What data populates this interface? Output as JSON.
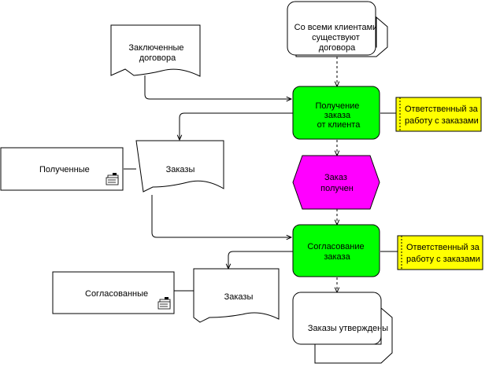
{
  "nodes": {
    "event_start": {
      "lines": [
        "Со всеми клиентами",
        "существуют",
        "договора"
      ]
    },
    "contracts_doc": {
      "lines": [
        "Заключенные",
        "договора"
      ]
    },
    "receive_order": {
      "lines": [
        "Получение",
        "заказа",
        "от клиента"
      ]
    },
    "responsible_1": {
      "lines": [
        "Ответственный за",
        "работу с заказами"
      ]
    },
    "received_cluster": {
      "label": "Полученные"
    },
    "orders_doc_1": {
      "label": "Заказы"
    },
    "order_received_event": {
      "lines": [
        "Заказ",
        "получен"
      ]
    },
    "agree_order": {
      "lines": [
        "Согласование",
        "заказа"
      ]
    },
    "responsible_2": {
      "lines": [
        "Ответственный за",
        "работу с заказами"
      ]
    },
    "agreed_cluster": {
      "label": "Согласованные"
    },
    "orders_doc_2": {
      "label": "Заказы"
    },
    "event_end": {
      "label": "Заказы утверждены"
    }
  },
  "icons": {
    "cluster_icon_1": "cluster-icon",
    "cluster_icon_2": "cluster-icon"
  },
  "colors": {
    "function": "#00ff00",
    "event": "#ff00ff",
    "role": "#ffff00",
    "outline": "#000000",
    "dashed_line": "#555555"
  }
}
